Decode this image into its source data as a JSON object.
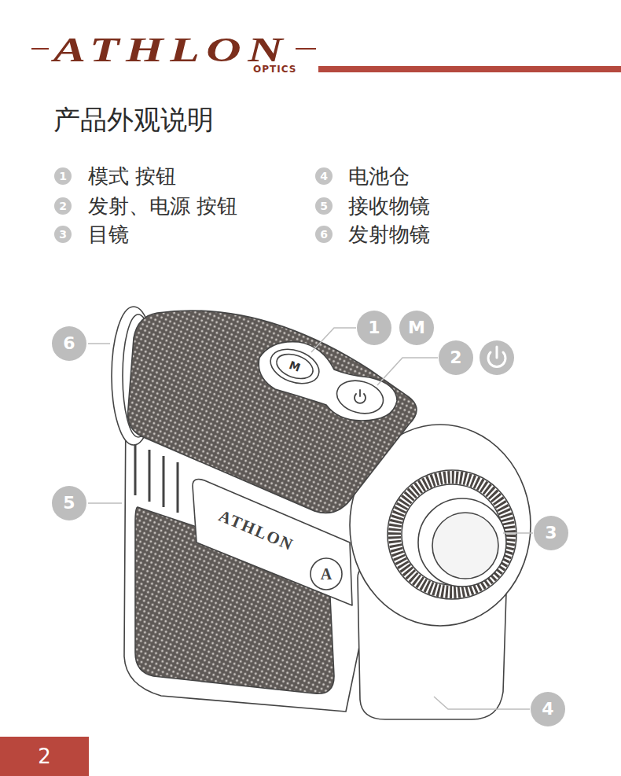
{
  "diagram": {
    "title": "产品外观说明",
    "nodes": [
      {
        "text": [
          "1"
        ]
      },
      {
        "text": [
          "4"
        ]
      },
      {
        "text": [
          "2"
        ]
      },
      {
        "text": [
          "5"
        ]
      },
      {
        "text": [
          "3"
        ]
      },
      {
        "text": [
          "6"
        ]
      },
      {
        "text": [
          "6"
        ]
      },
      {
        "text": [
          "1"
        ]
      },
      {
        "text": [
          "M"
        ]
      },
      {
        "text": [
          "2"
        ]
      },
      {
        "text": [
          "5"
        ]
      },
      {
        "text": [
          "3"
        ]
      },
      {
        "text": [
          "4"
        ]
      },
      {
        "text": [
          "2"
        ]
      }
    ],
    "labels": [
      "ATHLON",
      "OPTICS",
      "模式 按钮",
      "电池仓",
      "发射、电源 按钮",
      "接收物镜",
      "目镜",
      "发射物镜",
      "M",
      "ATHLON",
      "A"
    ]
  }
}
